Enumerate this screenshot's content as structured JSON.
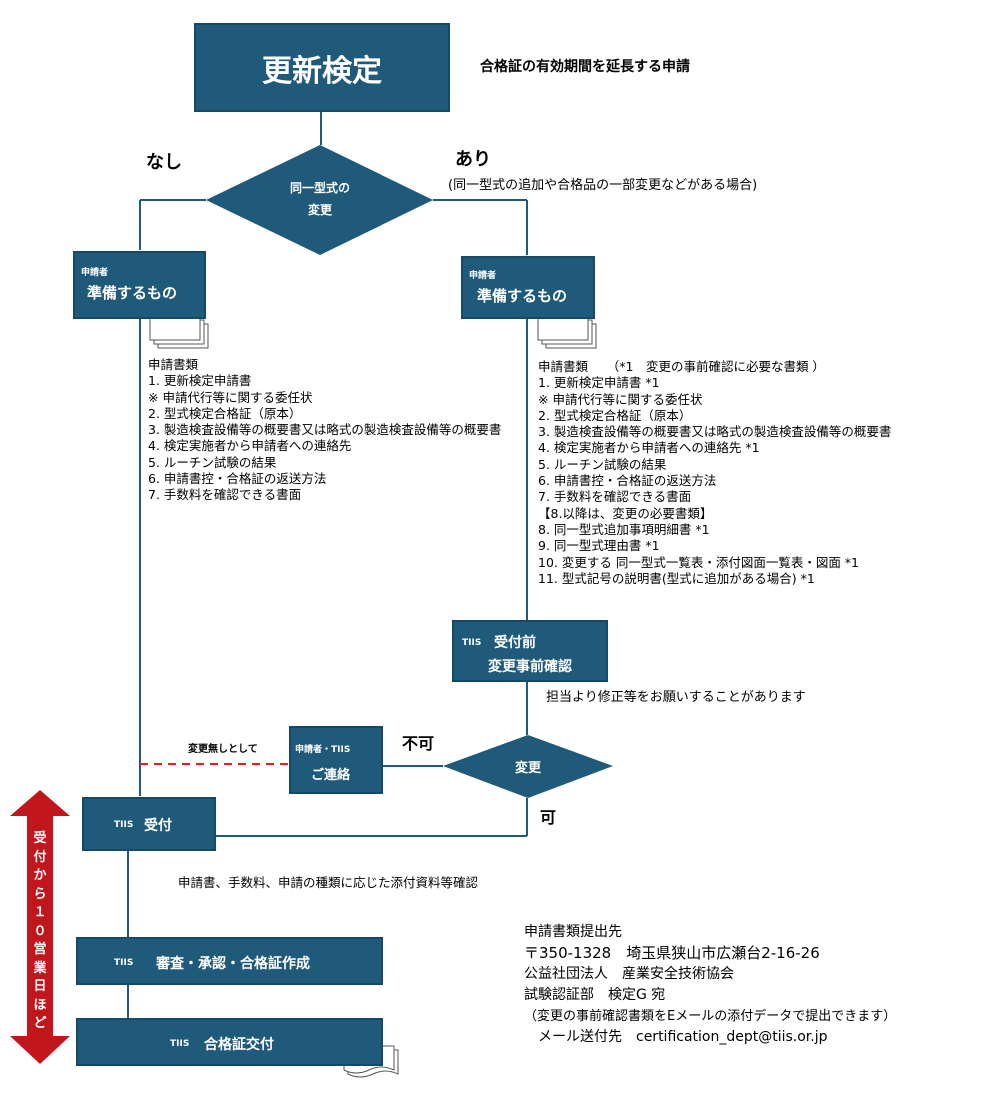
{
  "title": {
    "main": "更新検定",
    "desc": "合格証の有効期間を延長する申請"
  },
  "branch": {
    "no": "なし",
    "yes": "あり",
    "yes_note": "(同一型式の追加や合格品の一部変更などがある場合)"
  },
  "decision1": {
    "line1": "同一型式の",
    "line2": "変更"
  },
  "prepare": {
    "tag": "申請者",
    "label": "準備するもの"
  },
  "left_docs": [
    "申請書類",
    "1. 更新検定申請書",
    "※ 申請代行等に関する委任状",
    "2. 型式検定合格証（原本）",
    "3. 製造検査設備等の概要書又は略式の製造検査設備等の概要書",
    "4. 検定実施者から申請者への連絡先",
    "5. ルーチン試験の結果",
    "6. 申請書控・合格証の返送方法",
    "7. 手数料を確認できる書面"
  ],
  "right_docs": [
    "申請書類　　（*1　変更の事前確認に必要な書類 ）",
    "1. 更新検定申請書 *1",
    "※ 申請代行等に関する委任状",
    "2. 型式検定合格証（原本）",
    "3. 製造検査設備等の概要書又は略式の製造検査設備等の概要書",
    "4. 検定実施者から申請者への連絡先 *1",
    "5. ルーチン試験の結果",
    "6. 申請書控・合格証の返送方法",
    "7. 手数料を確認できる書面",
    "【8.以降は、変更の必要書類】",
    "8. 同一型式追加事項明細書 *1",
    "9. 同一型式理由書 *1",
    "10. 変更する 同一型式一覧表・添付図面一覧表・図面 *1",
    "11. 型式記号の説明書(型式に追加がある場合) *1"
  ],
  "preconfirm": {
    "tag": "TIIS",
    "line1": "受付前",
    "line2": "変更事前確認",
    "note": "担当より修正等をお願いすることがあります"
  },
  "decision2": {
    "label": "変更",
    "ng": "不可",
    "ok": "可"
  },
  "contact": {
    "tag": "申請者・TIIS",
    "label": "ご連絡",
    "note": "変更無しとして"
  },
  "reception": {
    "tag": "TIIS",
    "label": "受付",
    "note": "申請書、手数料、申請の種類に応じた添付資料等確認"
  },
  "review": {
    "tag": "TIIS",
    "label": "審査・承認・合格証作成"
  },
  "delivery": {
    "tag": "TIIS",
    "label": "合格証交付"
  },
  "side_arrow": {
    "text": [
      "受",
      "付",
      "か",
      "ら",
      "１",
      "０",
      "営",
      "業",
      "日",
      "ほ",
      "ど"
    ]
  },
  "address": [
    "申請書類提出先",
    "〒350-1328　埼玉県狭山市広瀬台2-16-26",
    "公益社団法人　産業安全技術協会",
    "試験認証部　検定G 宛",
    "（変更の事前確認書類をEメールの添付データで提出できます）",
    "　メール送付先　certification_dept@tiis.or.jp"
  ],
  "colors": {
    "box": "#1f5a7a",
    "line": "#1f5a7a",
    "arrow": "#c0161c",
    "dash": "#e02020"
  }
}
